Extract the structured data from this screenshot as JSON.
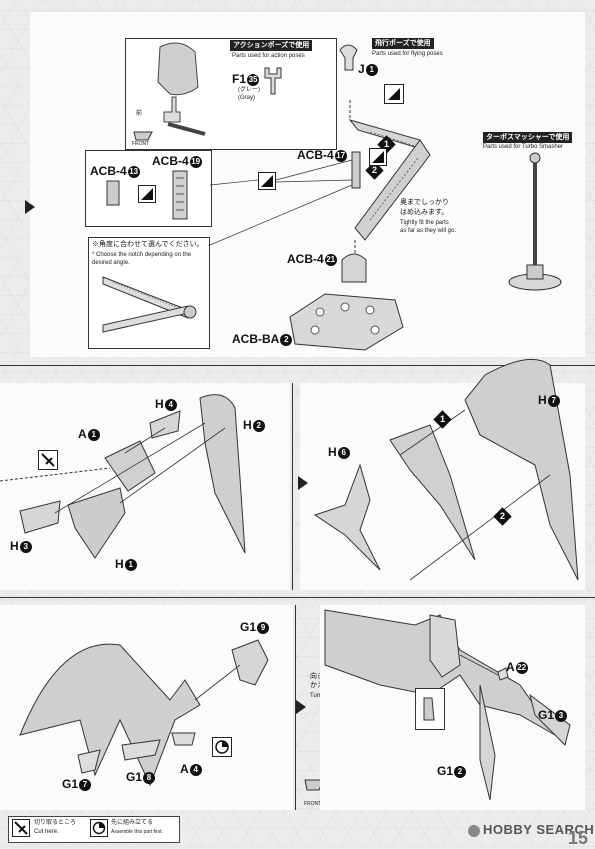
{
  "top": {
    "action_pose": {
      "jp": "アクションポーズで使用",
      "en": "Parts used for action poses"
    },
    "flying_pose": {
      "jp": "飛行ポーズで使用",
      "en": "Parts used for flying poses"
    },
    "turbo_smasher": {
      "jp": "ターボスマッシャーで使用",
      "en": "Parts used for Turbo Smasher"
    },
    "f1": {
      "name": "F1",
      "num": "35",
      "note_jp": "(グレー)",
      "note_en": "(Gray)"
    },
    "j1": {
      "name": "J",
      "num": "1"
    },
    "front_label": "FRONT",
    "front_jp": "前",
    "acb4_13": {
      "name": "ACB-4",
      "num": "13"
    },
    "acb4_19": {
      "name": "ACB-4",
      "num": "19"
    },
    "acb4_17": {
      "name": "ACB-4",
      "num": "17"
    },
    "acb4_21": {
      "name": "ACB-4",
      "num": "21"
    },
    "acb_ba": {
      "name": "ACB-BA",
      "num": "2"
    },
    "notch_note": {
      "jp": "※角度に合わせて選んでください。",
      "en": "* Choose the notch depending on the desired angle."
    },
    "tight_note": {
      "jp1": "奥までしっかり",
      "jp2": "はめ込みます。",
      "en1": "Tightly fit the parts",
      "en2": "as far as they will go."
    },
    "step1": "1",
    "step2": "2"
  },
  "mid_left": {
    "h4": {
      "name": "H",
      "num": "4"
    },
    "a1": {
      "name": "A",
      "num": "1"
    },
    "h2": {
      "name": "H",
      "num": "2"
    },
    "h3": {
      "name": "H",
      "num": "3"
    },
    "h1": {
      "name": "H",
      "num": "1"
    }
  },
  "mid_right": {
    "h7": {
      "name": "H",
      "num": "7"
    },
    "h6": {
      "name": "H",
      "num": "6"
    },
    "step1": "1",
    "step2": "2"
  },
  "bottom_left": {
    "g19": {
      "name": "G1",
      "num": "9"
    },
    "g17": {
      "name": "G1",
      "num": "7"
    },
    "g18": {
      "name": "G1",
      "num": "8"
    },
    "a4": {
      "name": "A",
      "num": "4"
    },
    "turn_jp1": "向きを",
    "turn_jp2": "かえます。",
    "turn_en": "Turn the part.",
    "front_label": "FRONT"
  },
  "bottom_right": {
    "a22": {
      "name": "A",
      "num": "22"
    },
    "g13": {
      "name": "G1",
      "num": "3"
    },
    "g12": {
      "name": "G1",
      "num": "2"
    }
  },
  "legend": {
    "cut_jp": "切り取るところ",
    "cut_en": "Cut here.",
    "first_jp": "先に組み立てる",
    "first_en": "Assemble this part first."
  },
  "footer": {
    "logo": "HOBBY SEARCH",
    "page_number": "15"
  }
}
